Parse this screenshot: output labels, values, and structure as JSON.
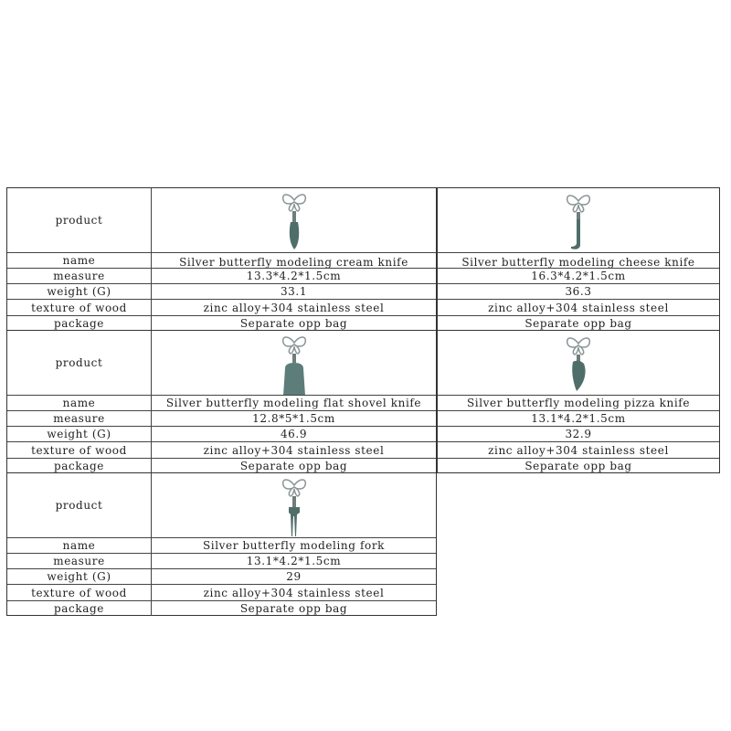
{
  "labels": {
    "product": "product",
    "name": "name",
    "measure": "measure",
    "weight": "weight (G)",
    "texture": "texture of wood",
    "package": "package"
  },
  "products": [
    {
      "name": "Silver butterfly modeling cream knife",
      "measure": "13.3*4.2*1.5cm",
      "weight": "33.1",
      "texture": "zinc alloy+304 stainless steel",
      "package": "Separate opp bag",
      "icon": "cream-knife-icon"
    },
    {
      "name": "Silver butterfly modeling cheese knife",
      "measure": "16.3*4.2*1.5cm",
      "weight": "36.3",
      "texture": "zinc alloy+304 stainless steel",
      "package": "Separate opp bag",
      "icon": "cheese-knife-icon"
    },
    {
      "name": "Silver butterfly modeling flat shovel knife",
      "measure": "12.8*5*1.5cm",
      "weight": "46.9",
      "texture": "zinc alloy+304 stainless steel",
      "package": "Separate opp bag",
      "icon": "flat-shovel-knife-icon"
    },
    {
      "name": "Silver butterfly modeling pizza knife",
      "measure": "13.1*4.2*1.5cm",
      "weight": "32.9",
      "texture": "zinc alloy+304 stainless steel",
      "package": "Separate opp bag",
      "icon": "pizza-knife-icon"
    },
    {
      "name": "Silver butterfly modeling fork",
      "measure": "13.1*4.2*1.5cm",
      "weight": "29",
      "texture": "zinc alloy+304 stainless steel",
      "package": "Separate opp bag",
      "icon": "fork-icon"
    }
  ],
  "colors": {
    "metal": "#4f6e6a",
    "butterfly": "#9aa3a3",
    "border": "#333333"
  }
}
